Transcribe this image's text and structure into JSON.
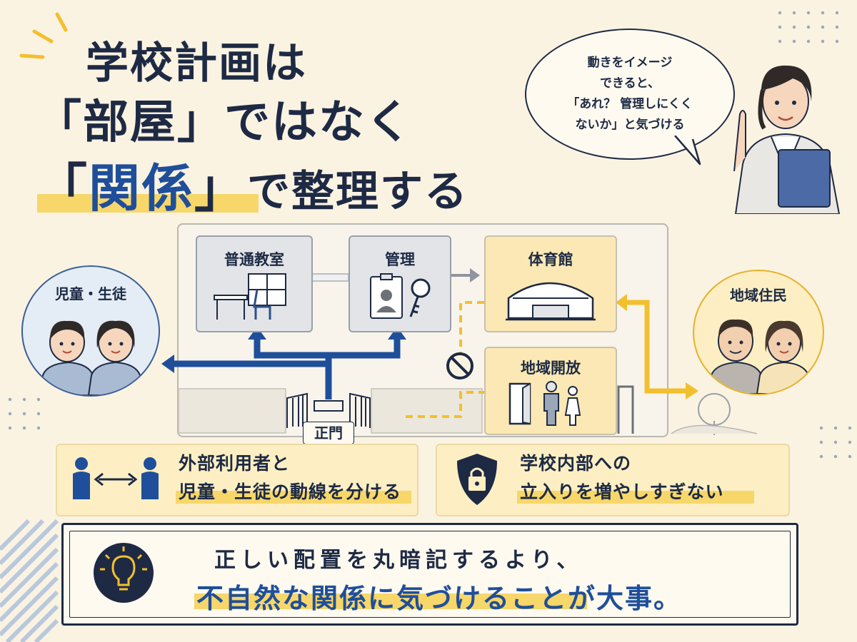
{
  "title": {
    "line1": "学校計画は",
    "line2_open": "「",
    "line2_em": "部屋",
    "line2_close": "」ではなく",
    "line3_open": "「",
    "line3_em": "関係",
    "line3_close": "」",
    "line3_rest": "で整理する"
  },
  "bubble": {
    "lines": [
      "動きをイメージ",
      "できると、",
      "「あれ？ 管理しにくく",
      "ないか」と気づける"
    ]
  },
  "rooms": {
    "classroom": "普通教室",
    "admin": "管理",
    "gym": "体育館",
    "community": "地域開放"
  },
  "groups": {
    "students": "児童・生徒",
    "residents": "地域住民"
  },
  "gate": "正門",
  "points": {
    "separate": [
      "外部利用者と",
      "児童・生徒の動線を分ける"
    ],
    "security": [
      "学校内部への",
      "立入りを増やしすぎない"
    ]
  },
  "conclusion": {
    "line1": "正しい配置を丸暗記するより、",
    "line2": "不自然な関係に気づけることが大事。"
  },
  "colors": {
    "navy": "#1e2a44",
    "blue": "#1f4f9a",
    "yellow": "#f2bf2e",
    "highlight": "#f7d66a"
  }
}
